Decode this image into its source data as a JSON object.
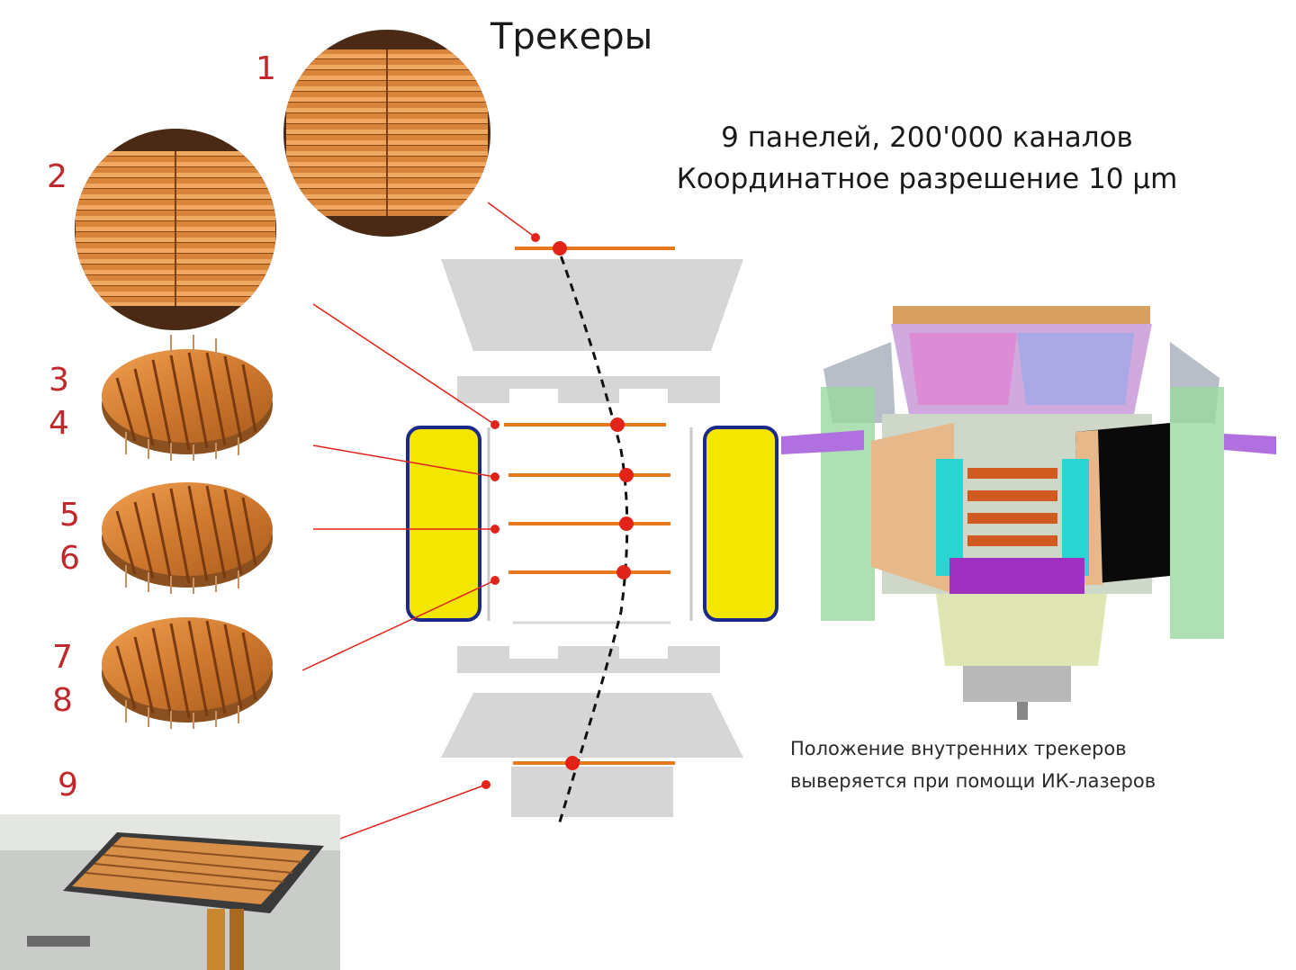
{
  "title": "Трекеры",
  "info": {
    "line1": "9 панелей, 200'000 каналов",
    "line2": "Координатное разрешение 10 µm"
  },
  "note": {
    "line1": "Положение внутренних трекеров",
    "line2": "выверяется при помощи ИК-лазеров"
  },
  "panel_numbers": [
    "1",
    "2",
    "3",
    "4",
    "5",
    "6",
    "7",
    "8",
    "9"
  ],
  "colors": {
    "accent_red": "#c0282c",
    "tracker_orange": "#e87a1e",
    "magnet_yellow": "#f5e600",
    "magnet_border": "#1b2a8a",
    "block_gray": "#d6d6d6"
  },
  "icons": [
    "tracker-disk-photo",
    "tracker-ladder-photo",
    "detector-3d-render",
    "flat-tracker-photo"
  ]
}
